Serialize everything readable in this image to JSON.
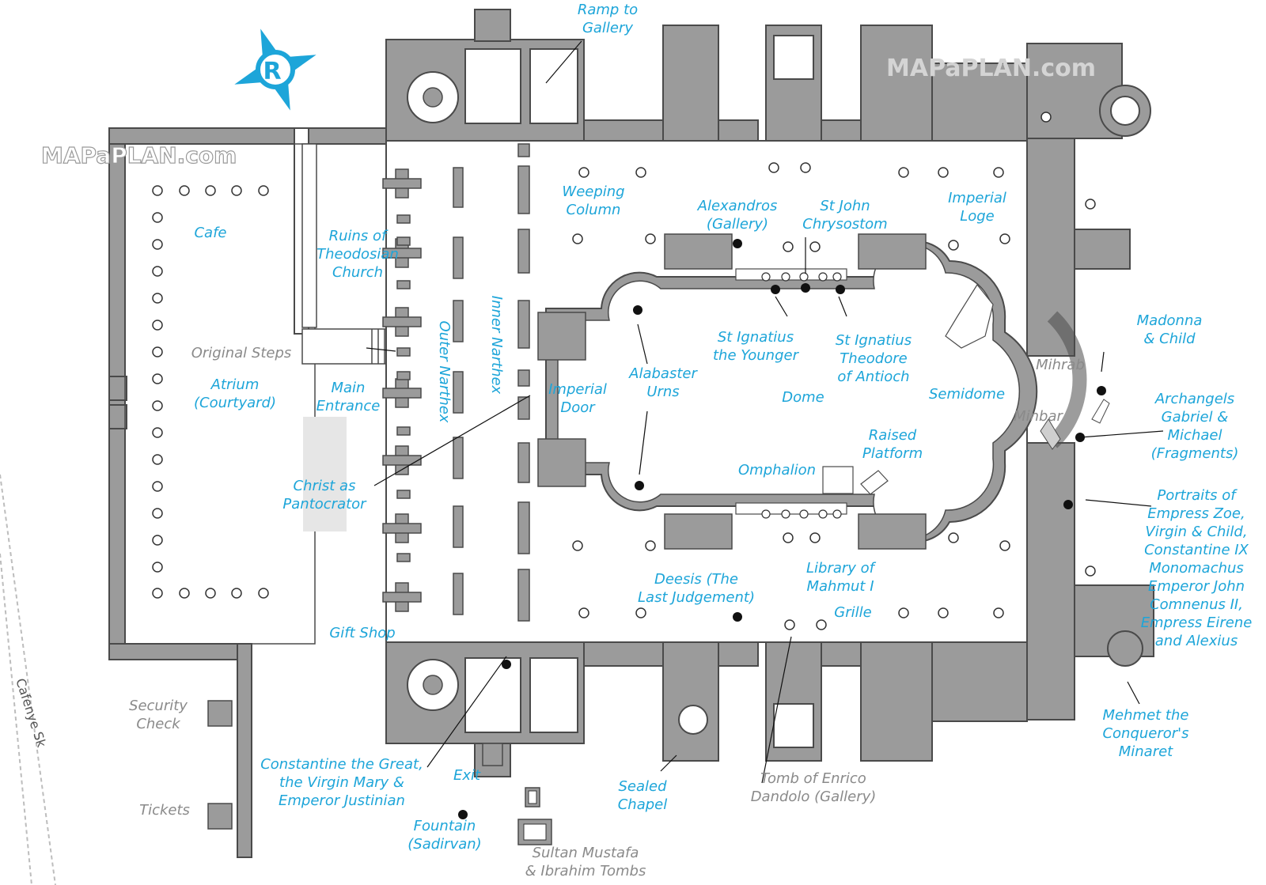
{
  "map": {
    "watermark_top": "MAPaPLAN.com",
    "watermark_left": "MAPaPLAN.com",
    "street": "Cafenye Sk",
    "compass_icon": "compass-rose-icon",
    "colors": {
      "label": "#1da5d9",
      "wall": "#9b9b9b",
      "wall_outline": "#4a4a4a",
      "floor": "#ffffff",
      "grey_label": "#8a8a8a"
    },
    "labels": {
      "ramp": [
        "Ramp to",
        "Gallery"
      ],
      "weeping_column": [
        "Weeping",
        "Column"
      ],
      "alexandros": [
        "Alexandros",
        "(Gallery)"
      ],
      "st_john": [
        "St John",
        "Chrysostom"
      ],
      "imperial_loge": [
        "Imperial",
        "Loge"
      ],
      "cafe": [
        "Cafe"
      ],
      "ruins": [
        "Ruins of",
        "Theodosian",
        "Church"
      ],
      "original_steps": [
        "Original Steps"
      ],
      "atrium": [
        "Atrium",
        "(Courtyard)"
      ],
      "main_entrance": [
        "Main",
        "Entrance"
      ],
      "outer_narthex": [
        "Outer Narthex"
      ],
      "inner_narthex": [
        "Inner Narthex"
      ],
      "imperial_door": [
        "Imperial",
        "Door"
      ],
      "alabaster_urns": [
        "Alabaster",
        "Urns"
      ],
      "st_ignatius_younger": [
        "St Ignatius",
        "the Younger"
      ],
      "st_ignatius_theodore": [
        "St Ignatius",
        "Theodore",
        "of Antioch"
      ],
      "dome": [
        "Dome"
      ],
      "semidome": [
        "Semidome"
      ],
      "madonna": [
        "Madonna",
        "& Child"
      ],
      "mihrab": [
        "Mihrab"
      ],
      "minbar": [
        "Minbar"
      ],
      "archangels": [
        "Archangels",
        "Gabriel &",
        "Michael",
        "(Fragments)"
      ],
      "christ_pantocrator": [
        "Christ as",
        "Pantocrator"
      ],
      "raised_platform": [
        "Raised",
        "Platform"
      ],
      "omphalion": [
        "Omphalion"
      ],
      "portraits": [
        "Portraits of",
        "Empress Zoe,",
        "Virgin & Child,",
        "Constantine IX",
        "Monomachus",
        "Emperor John",
        "Comnenus II,",
        "Empress Eirene",
        "and Alexius"
      ],
      "deesis": [
        "Deesis (The",
        "Last Judgement)"
      ],
      "library": [
        "Library of",
        "Mahmut I"
      ],
      "grille": [
        "Grille"
      ],
      "gift_shop": [
        "Gift Shop"
      ],
      "security_check": [
        "Security",
        "Check"
      ],
      "tickets": [
        "Tickets"
      ],
      "constantine": [
        "Constantine the Great,",
        "the Virgin Mary &",
        "Emperor Justinian"
      ],
      "exit": [
        "Exit"
      ],
      "fountain": [
        "Fountain",
        "(Sadirvan)"
      ],
      "sultan_tombs": [
        "Sultan Mustafa",
        "& Ibrahim Tombs"
      ],
      "sealed_chapel": [
        "Sealed",
        "Chapel"
      ],
      "dandolo": [
        "Tomb of Enrico",
        "Dandolo (Gallery)"
      ],
      "minaret": [
        "Mehmet the",
        "Conqueror's",
        "Minaret"
      ]
    }
  }
}
